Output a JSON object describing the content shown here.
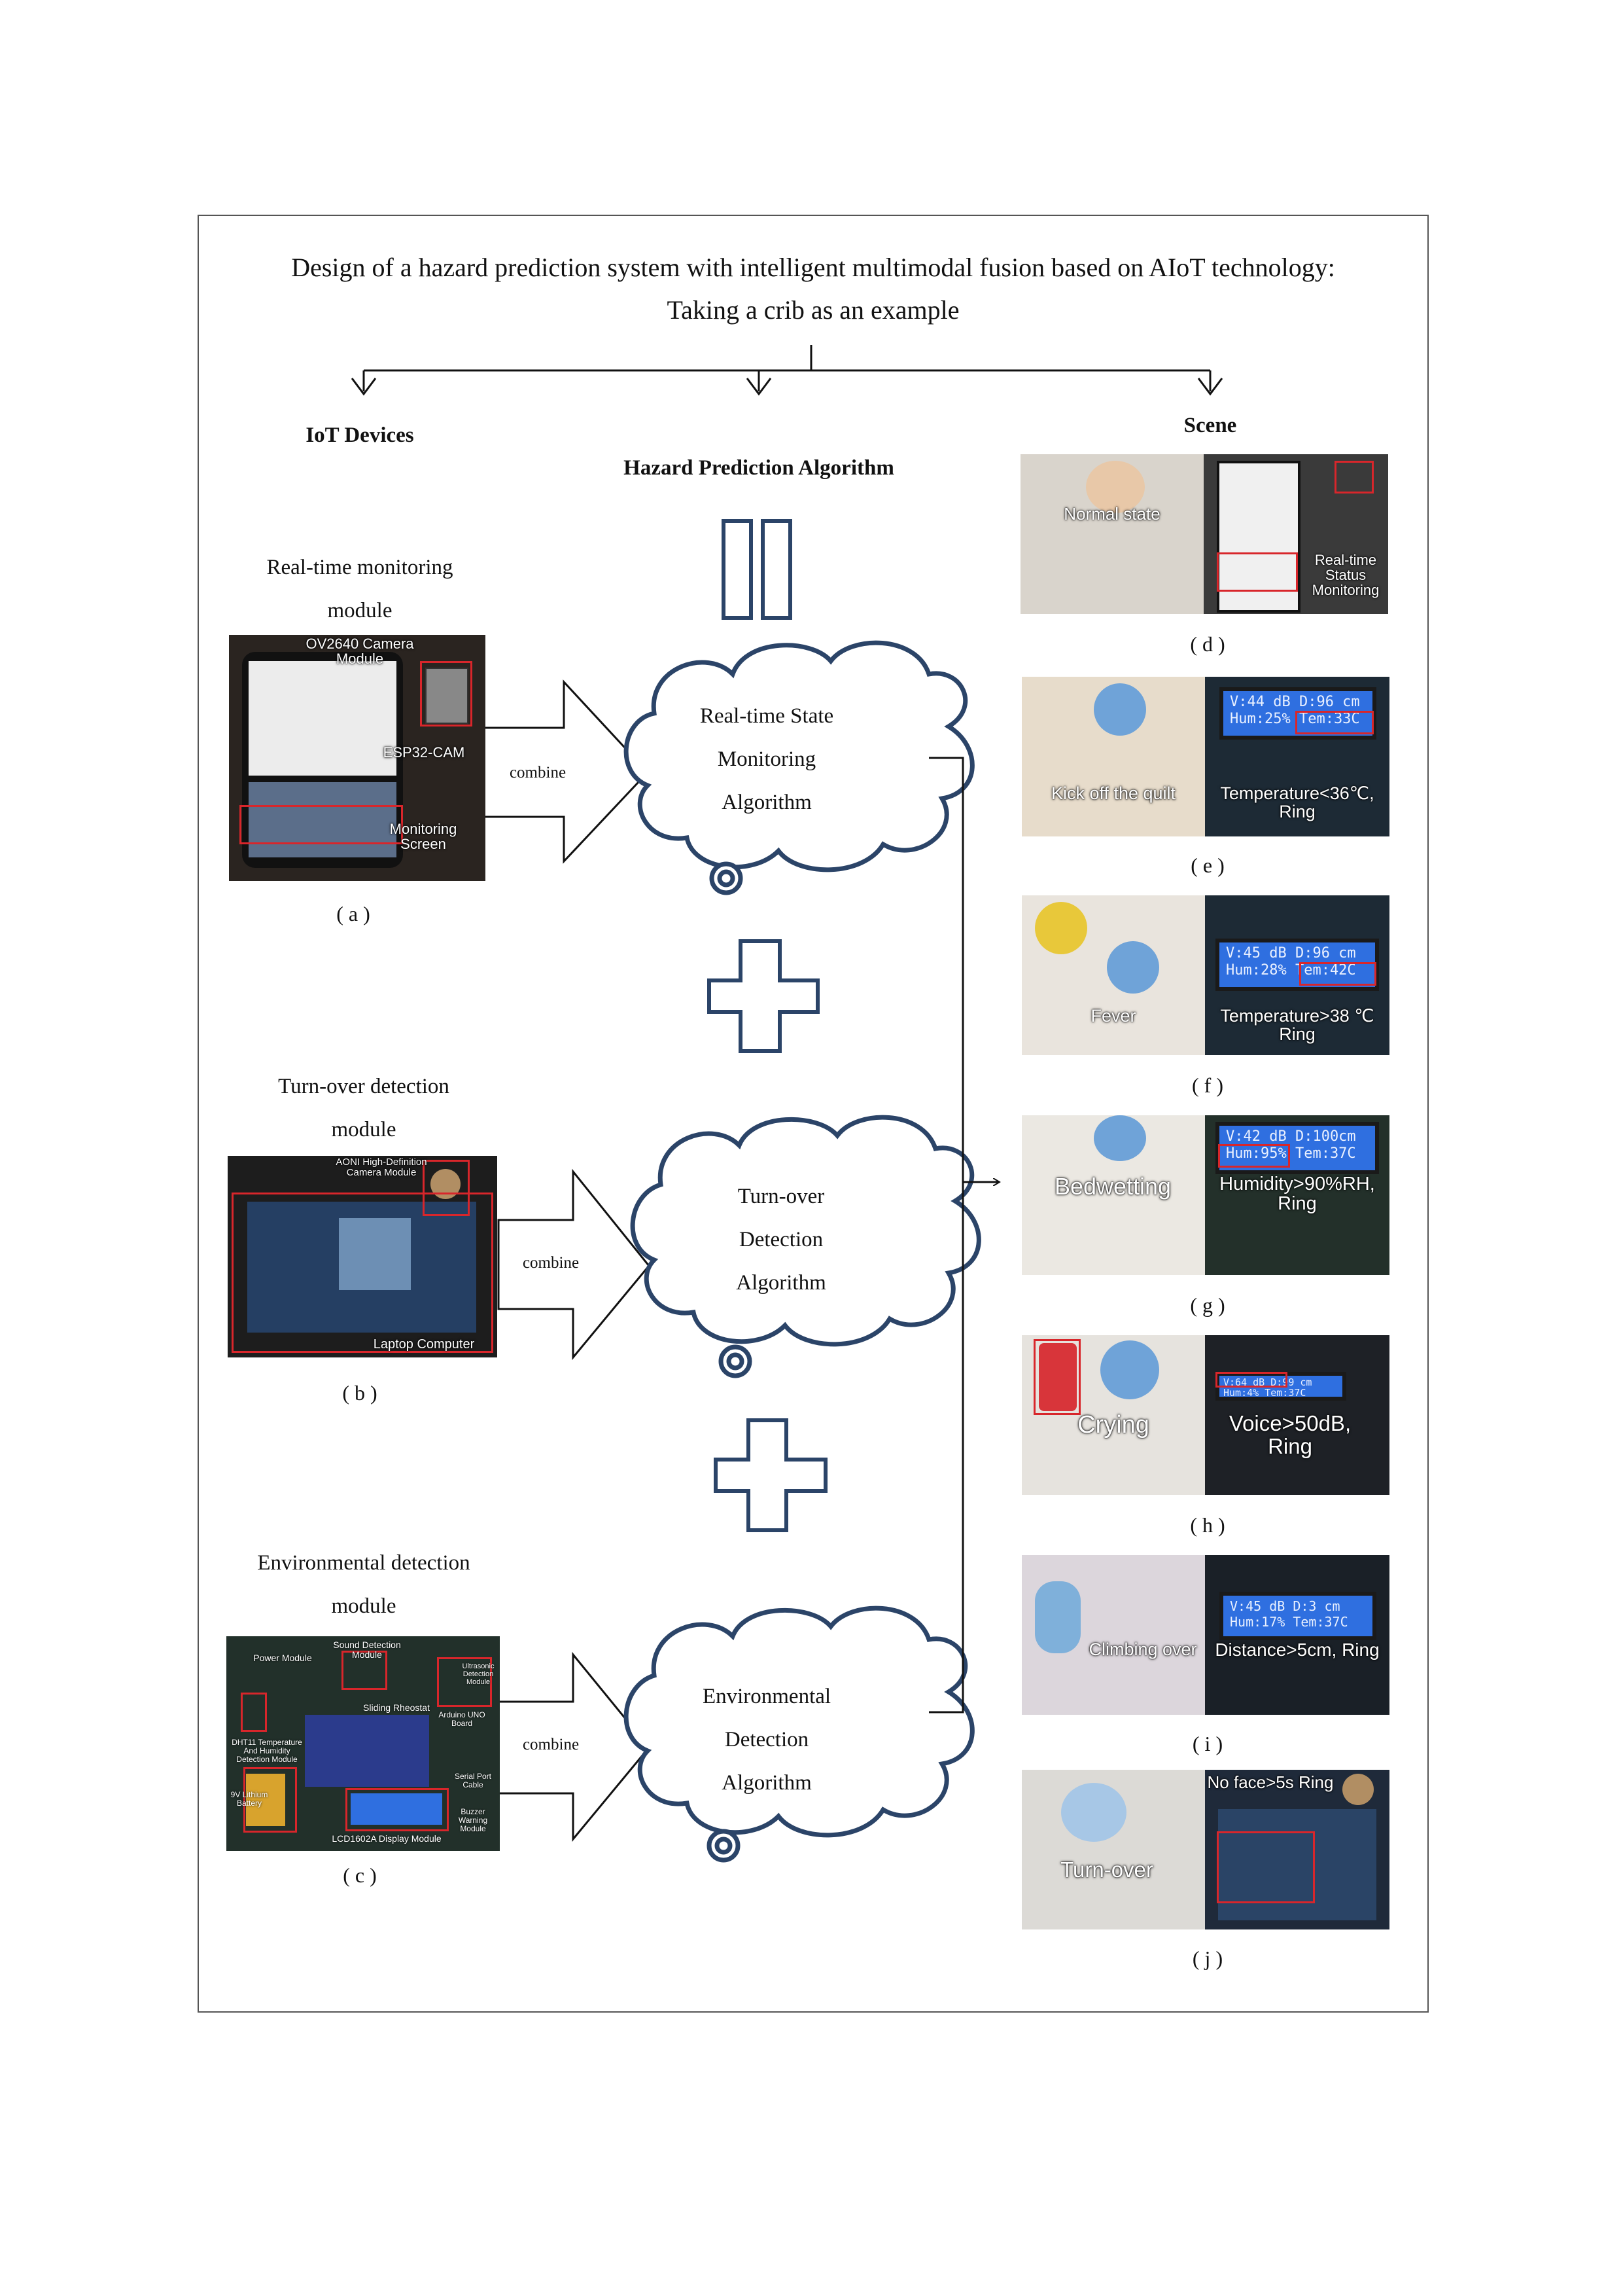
{
  "title": {
    "line1": "Design of a hazard prediction system with intelligent multimodal fusion based on AIoT technology:",
    "line2": "Taking a crib as an example"
  },
  "columns": {
    "devices": "IoT Devices",
    "algorithm": "Hazard Prediction Algorithm",
    "scene": "Scene"
  },
  "combine_label": "combine",
  "modules": [
    {
      "line1": "Real-time monitoring",
      "line2": "module",
      "caption": "( a )",
      "photo_labels": [
        "OV2640 Camera Module",
        "ESP32-CAM",
        "Monitoring Screen"
      ]
    },
    {
      "line1": "Turn-over detection",
      "line2": "module",
      "caption": "( b )",
      "photo_labels": [
        "AONI High-Definition Camera Module",
        "Laptop Computer"
      ]
    },
    {
      "line1": "Environmental detection",
      "line2": "module",
      "caption": "( c )",
      "photo_labels": [
        "Power Module",
        "Sound Detection Module",
        "Ultrasonic Detection Module",
        "Sliding Rheostat",
        "Arduino UNO Board",
        "DHT11 Temperature And Humidity Detection Module",
        "Serial Port Cable",
        "9V Lithium Battery",
        "Buzzer Warning Module",
        "LCD1602A Display Module"
      ]
    }
  ],
  "algorithms": [
    {
      "line1": "Real-time State",
      "line2": "Monitoring",
      "line3": "Algorithm"
    },
    {
      "line1": "Turn-over",
      "line2": "Detection",
      "line3": "Algorithm"
    },
    {
      "line1": "Environmental",
      "line2": "Detection",
      "line3": "Algorithm"
    }
  ],
  "scenes": [
    {
      "caption": "( d )",
      "left": "Normal state",
      "right": "Real-time Status Monitoring"
    },
    {
      "caption": "( e )",
      "left": "Kick off the quilt",
      "right": "Temperature<36℃, Ring",
      "lcd1": "V:44 dB D:96 cm",
      "lcd2": "Hum:25% Tem:33C"
    },
    {
      "caption": "( f )",
      "left": "Fever",
      "right": "Temperature>38 ℃ Ring",
      "lcd1": "V:45 dB D:96 cm",
      "lcd2": "Hum:28% Tem:42C"
    },
    {
      "caption": "( g )",
      "left": "Bedwetting",
      "right": "Humidity>90%RH, Ring",
      "lcd1": "V:42 dB D:100cm",
      "lcd2": "Hum:95% Tem:37C"
    },
    {
      "caption": "( h )",
      "left": "Crying",
      "right": "Voice>50dB, Ring",
      "lcd1": "V:64 dB D:99 cm",
      "lcd2": "Hum:4% Tem:37C"
    },
    {
      "caption": "( i )",
      "left": "Climbing over",
      "right": "Distance>5cm, Ring",
      "lcd1": "V:45 dB D:3 cm",
      "lcd2": "Hum:17% Tem:37C"
    },
    {
      "caption": "( j )",
      "left": "Turn-over",
      "right": "No face>5s Ring"
    }
  ],
  "colors": {
    "diagram_stroke": "#2b4468",
    "annotation_red": "#d8262b",
    "lcd_blue": "#2f6fe0",
    "frame": "#555555"
  }
}
